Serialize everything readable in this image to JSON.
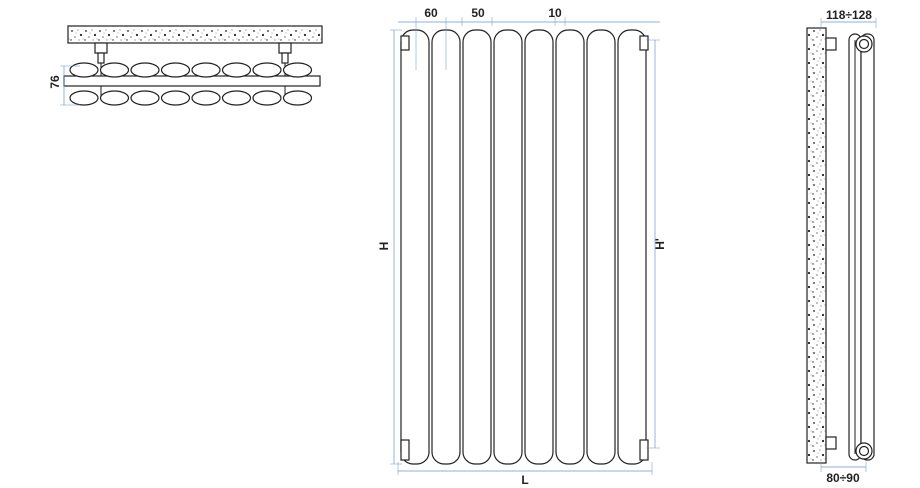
{
  "top_view": {
    "depth_label": "76",
    "tube_count": 8
  },
  "front_view": {
    "tube_width_label": "60",
    "pitch_label": "50",
    "gap_label": "10",
    "height_label": "H",
    "axis_height_label": "H'",
    "length_label": "L",
    "tube_count": 8
  },
  "side_view": {
    "top_depth_label": "118÷128",
    "bottom_depth_label": "80÷90"
  },
  "colors": {
    "line": "#222222",
    "dimension": "#6f95c8",
    "background": "#ffffff"
  }
}
